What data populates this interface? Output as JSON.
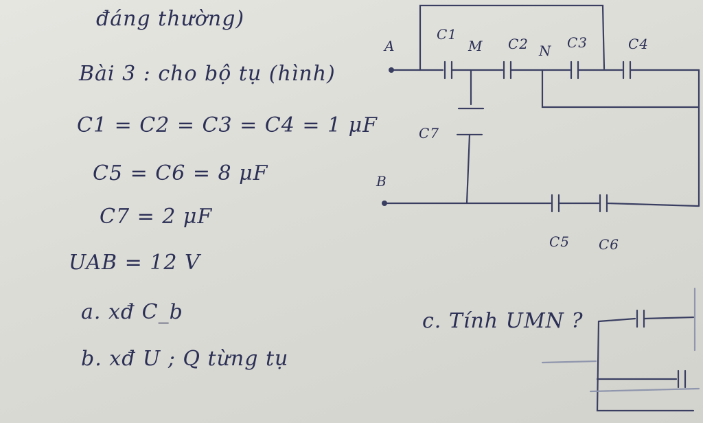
{
  "heading": "đáng thường)",
  "problem": {
    "title": "Bài 3 : cho bộ tụ (hình)",
    "given": [
      "C1 = C2 = C3 = C4 = 1 μF",
      "C5 = C6 = 8 μF",
      "C7 = 2 μF",
      "UAB = 12 V"
    ],
    "questions": [
      "a. xđ C_b",
      "b. xđ U ; Q từng tụ",
      "c. Tính UMN ?"
    ]
  },
  "circuit": {
    "labels": {
      "A": "A",
      "B": "B",
      "M": "M",
      "N": "N",
      "C1": "C1",
      "C2": "C2",
      "C3": "C3",
      "C4": "C4",
      "C5": "C5",
      "C6": "C6",
      "C7": "C7"
    }
  }
}
